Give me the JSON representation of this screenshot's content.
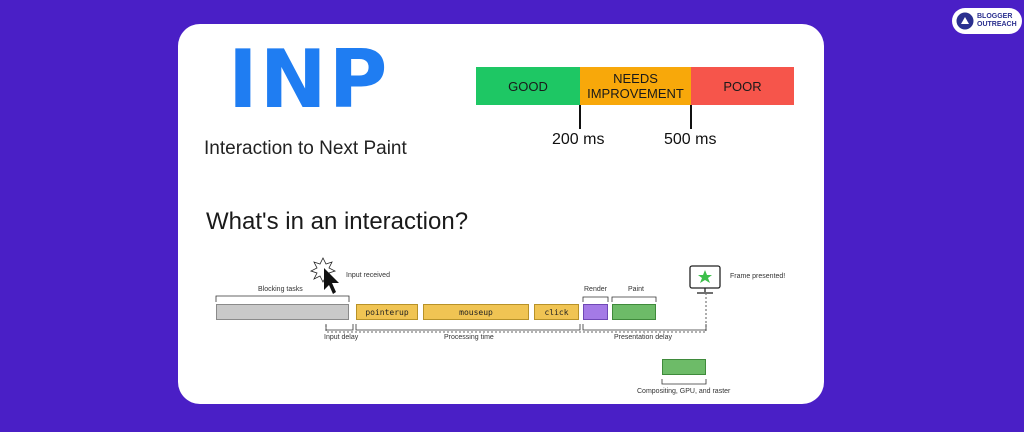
{
  "brand": {
    "logo_line1": "BLOGGER",
    "logo_line2": "OUTREACH"
  },
  "header": {
    "title": "INP",
    "subtitle": "Interaction to Next Paint"
  },
  "scale": {
    "segments": [
      {
        "label": "GOOD",
        "color": "#1ec764"
      },
      {
        "label": "NEEDS\nIMPROVEMENT",
        "color": "#f8a80a"
      },
      {
        "label": "POOR",
        "color": "#f6554b"
      }
    ],
    "thresholds": [
      "200 ms",
      "500 ms"
    ]
  },
  "section": {
    "heading": "What's in an interaction?"
  },
  "diagram": {
    "input_received": "Input received",
    "blocking_tasks": "Blocking tasks",
    "pointerup": "pointerup",
    "mouseup": "mouseup",
    "click": "click",
    "render": "Render",
    "paint": "Paint",
    "frame_presented": "Frame presented!",
    "input_delay": "Input delay",
    "processing_time": "Processing time",
    "presentation_delay": "Presentation delay",
    "compositing": "Compositing, GPU, and raster",
    "colors": {
      "blocking": "#c9c9c9",
      "processing": "#f0c453",
      "render": "#a47ae6",
      "paint": "#6dbb68"
    }
  }
}
